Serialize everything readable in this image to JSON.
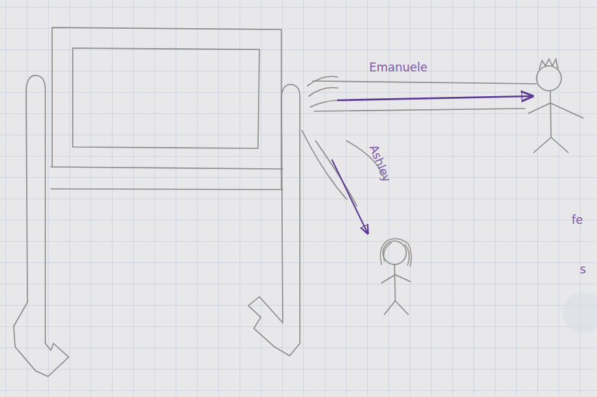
{
  "diagram": {
    "labels": [
      "Emanuele",
      "Ashley",
      "fe",
      "s"
    ]
  }
}
